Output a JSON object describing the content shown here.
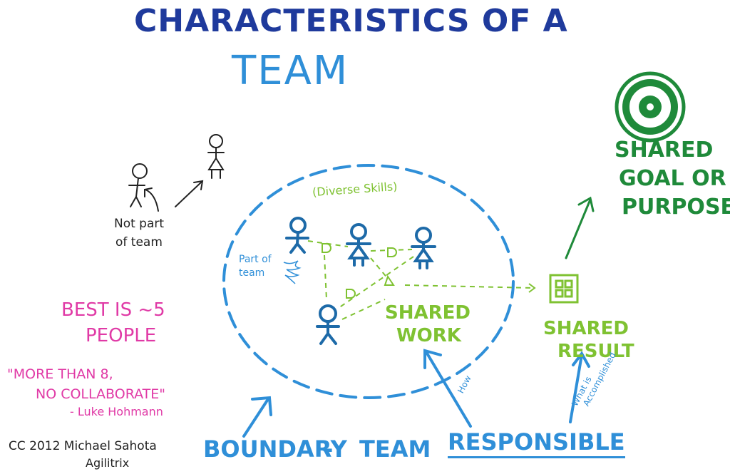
{
  "colors": {
    "navy": "#1f3a9c",
    "blue": "#2f8fd8",
    "figure_blue": "#1d6aa8",
    "green": "#1f8a3a",
    "lime": "#7fc232",
    "magenta": "#e03aa6",
    "black": "#222222"
  },
  "title": {
    "line1": "CHARACTERISTICS OF A",
    "line2": "TEAM"
  },
  "goal": {
    "line1": "SHARED",
    "line2": "GOAL OR",
    "line3": "PURPOSE",
    "icon": "target-icon"
  },
  "outsiders": {
    "line1": "Not part",
    "line2": "of team"
  },
  "members": {
    "diverse": "(Diverse Skills)",
    "part_line1": "Part of",
    "part_line2": "team"
  },
  "work": {
    "line1": "SHARED",
    "line2": "WORK"
  },
  "result": {
    "line1": "SHARED",
    "line2": "RESULT",
    "icon": "result-box-icon"
  },
  "size": {
    "line1": "BEST IS ~5",
    "line2": "PEOPLE"
  },
  "quote": {
    "line1": "\"MORE THAN 8,",
    "line2": "NO COLLABORATE\"",
    "author": "- Luke Hohmann"
  },
  "bottom": {
    "boundary": "BOUNDARY",
    "dash": "-",
    "team": "TEAM",
    "responsible": "RESPONSIBLE",
    "how": "How",
    "what_line1": "What is",
    "what_line2": "Accomplished"
  },
  "credit": {
    "line1": "CC 2012 Michael Sahota",
    "line2": "Agilitrix"
  }
}
